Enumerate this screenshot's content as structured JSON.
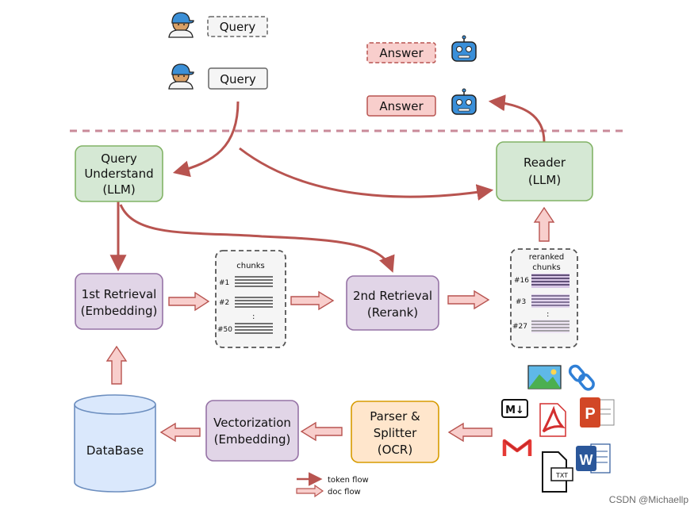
{
  "queries": {
    "q1": "Query",
    "q2": "Query"
  },
  "answers": {
    "a1": "Answer",
    "a2": "Answer"
  },
  "query_understand": {
    "line1": "Query",
    "line2": "Understand",
    "line3": "(LLM)"
  },
  "reader": {
    "line1": "Reader",
    "line2": "(LLM)"
  },
  "first_retrieval": {
    "line1": "1st Retrieval",
    "line2": "(Embedding)"
  },
  "second_retrieval": {
    "line1": "2nd Retrieval",
    "line2": "(Rerank)"
  },
  "chunks": {
    "title": "chunks",
    "items": [
      "#1",
      "#2",
      ":",
      "#50"
    ]
  },
  "reranked": {
    "title1": "reranked",
    "title2": "chunks",
    "items": [
      "#16",
      "#3",
      ":",
      "#27"
    ]
  },
  "database": {
    "label": "DataBase"
  },
  "vectorization": {
    "line1": "Vectorization",
    "line2": "(Embedding)"
  },
  "parser": {
    "line1": "Parser &",
    "line2": "Splitter",
    "line3": "(OCR)"
  },
  "legend": {
    "token": "token flow",
    "doc": "doc flow"
  },
  "file_icons": {
    "md": "M↓",
    "txt": "TXT",
    "word": "W",
    "ppt": "P"
  },
  "watermark": "CSDN @Michaellp",
  "colors": {
    "green_fill": "#d5e8d4",
    "green_stroke": "#82b366",
    "purple_fill": "#e1d5e7",
    "purple_stroke": "#9673a6",
    "orange_fill": "#ffe6cc",
    "orange_stroke": "#d79b00",
    "blue_fill": "#dae8fc",
    "blue_stroke": "#6c8ebf",
    "red_fill": "#f8cecc",
    "red_stroke": "#b85450",
    "arrow": "#b85450"
  }
}
